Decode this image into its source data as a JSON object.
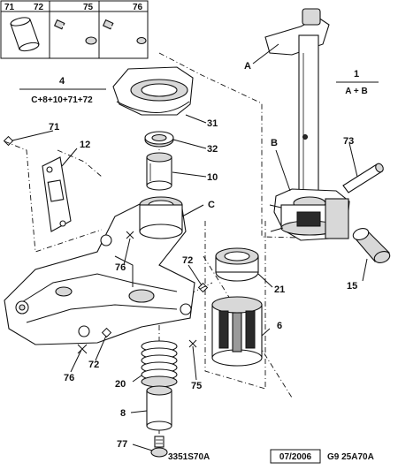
{
  "legend_box": {
    "items": [
      {
        "left": "71",
        "right": "72"
      },
      {
        "left": "75"
      },
      {
        "left": "76"
      }
    ]
  },
  "formulas": {
    "f4": {
      "top": "4",
      "bottom": "C+8+10+71+72"
    },
    "f1": {
      "top": "1",
      "bottom": "A + B"
    }
  },
  "callouts": {
    "A": "A",
    "B": "B",
    "C": "C",
    "n71": "71",
    "n12": "12",
    "n31": "31",
    "n32": "32",
    "n10": "10",
    "n73": "73",
    "n72a": "72",
    "n76a": "76",
    "n21": "21",
    "n15": "15",
    "n6": "6",
    "n76b": "76",
    "n72b": "72",
    "n20": "20",
    "n75": "75",
    "n8": "8",
    "n77": "77"
  },
  "footer": {
    "code1": "3351S70A",
    "date": "07/2006",
    "code2": "G9 25A70A"
  }
}
